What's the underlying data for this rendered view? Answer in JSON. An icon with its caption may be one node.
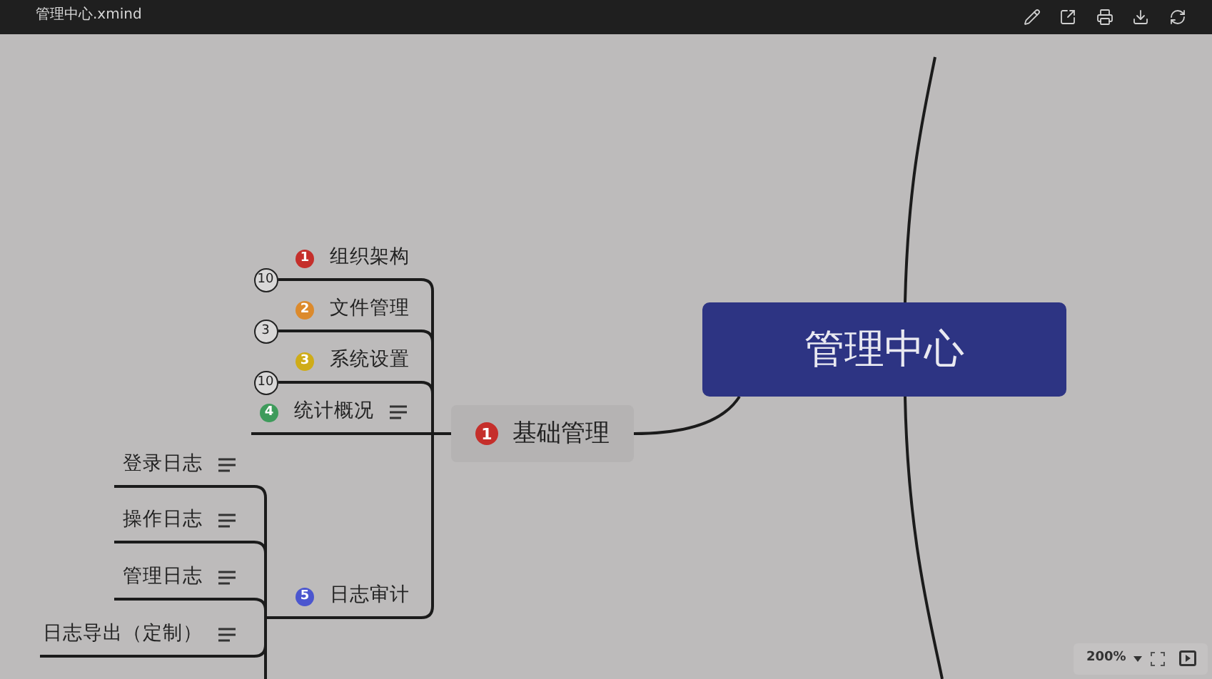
{
  "diagram": {
    "nodes": [
      {
        "text": [
          "管理中心"
        ]
      },
      {
        "text": [
          "1",
          "基础管理"
        ]
      },
      {
        "text": [
          "1",
          "组织架构"
        ],
        "beside": [
          "10"
        ]
      },
      {
        "text": [
          "2",
          "文件管理"
        ],
        "beside": [
          "3"
        ]
      },
      {
        "text": [
          "3",
          "系统设置"
        ],
        "beside": [
          "10"
        ]
      },
      {
        "text": [
          "4",
          "统计概况"
        ]
      },
      {
        "text": [
          "5",
          "日志审计"
        ]
      },
      {
        "text": [
          "登录日志"
        ]
      },
      {
        "text": [
          "操作日志"
        ]
      },
      {
        "text": [
          "管理日志"
        ]
      },
      {
        "text": [
          "日志导出（定制）"
        ]
      }
    ],
    "edges": [
      {
        "from": 0,
        "to": 1,
        "arrow": "none"
      },
      {
        "from": 1,
        "to": 2,
        "arrow": "none"
      },
      {
        "from": 1,
        "to": 3,
        "arrow": "none"
      },
      {
        "from": 1,
        "to": 4,
        "arrow": "none"
      },
      {
        "from": 1,
        "to": 5,
        "arrow": "none"
      },
      {
        "from": 1,
        "to": 6,
        "arrow": "none"
      },
      {
        "from": 6,
        "to": 7,
        "arrow": "none"
      },
      {
        "from": 6,
        "to": 8,
        "arrow": "none"
      },
      {
        "from": 6,
        "to": 9,
        "arrow": "none"
      },
      {
        "from": 6,
        "to": 10,
        "arrow": "none"
      },
      {
        "from": 6,
        "to": null,
        "arrow": "none"
      },
      {
        "from": 0,
        "to": null,
        "arrow": "none"
      },
      {
        "from": 0,
        "to": null,
        "arrow": "none"
      }
    ],
    "labels": [
      "管理中心.xmind",
      "200%"
    ]
  }
}
